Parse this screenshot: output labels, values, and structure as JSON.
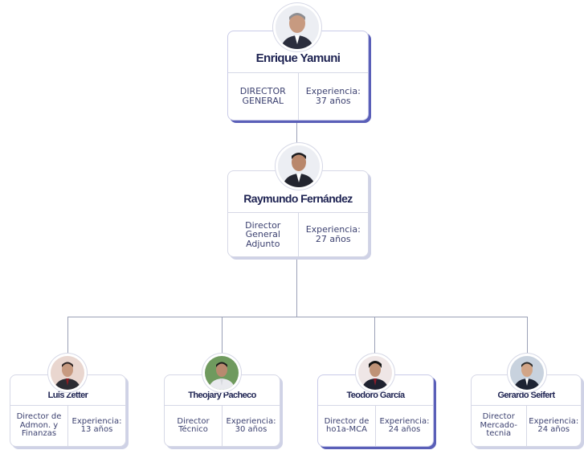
{
  "colors": {
    "navy": "#1e2352",
    "line": "#9aa0b6",
    "accent": "#5a5fb8"
  },
  "ceo": {
    "name": "Enrique Yamuni",
    "role": "DIRECTOR\nGENERAL",
    "experience": "Experiencia:\n37 años",
    "avatar_icon": "person-portrait-icon"
  },
  "deputy": {
    "name": "Raymundo Fernández",
    "role": "Director\nGeneral\nAdjunto",
    "experience": "Experiencia:\n27 años",
    "avatar_icon": "person-portrait-icon"
  },
  "directors": [
    {
      "name": "Luis Zetter",
      "role": "Director de\nAdmon. y\nFinanzas",
      "experience": "Experiencia:\n13 años",
      "avatar_icon": "person-portrait-icon"
    },
    {
      "name": "Theojary Pacheco",
      "role": "Director\nTécnico",
      "experience": "Experiencia:\n30 años",
      "avatar_icon": "person-portrait-icon"
    },
    {
      "name": "Teodoro García",
      "role": "Director de\nho1a-MCA",
      "experience": "Experiencia:\n24 años",
      "avatar_icon": "person-portrait-icon"
    },
    {
      "name": "Gerardo Seifert",
      "role": "Director\nMercado-\ntecnia",
      "experience": "Experiencia:\n24 años",
      "avatar_icon": "person-portrait-icon"
    }
  ]
}
